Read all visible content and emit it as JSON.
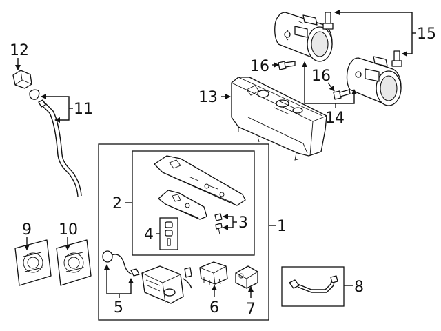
{
  "callouts": {
    "c1": "1",
    "c2": "2",
    "c3": "3",
    "c4": "4",
    "c5": "5",
    "c6": "6",
    "c7": "7",
    "c8": "8",
    "c9": "9",
    "c10": "10",
    "c11": "11",
    "c12": "12",
    "c13": "13",
    "c14": "14",
    "c15": "15",
    "c16a": "16",
    "c16b": "16"
  },
  "colors": {
    "line": "#111111",
    "background": "#ffffff"
  }
}
